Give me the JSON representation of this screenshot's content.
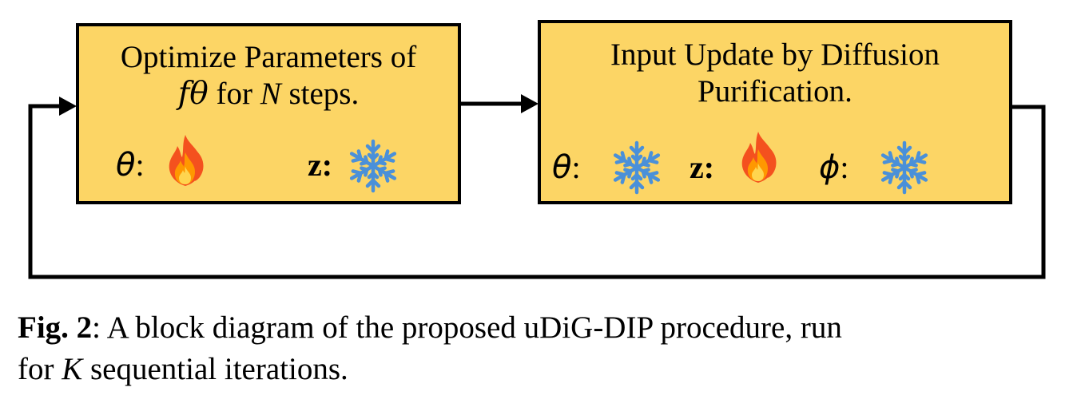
{
  "colors": {
    "block_fill": "#fcd565",
    "stroke": "#000000",
    "flame_outer": "#f4511e",
    "flame_mid": "#ff9800",
    "flame_inner": "#ffd54f",
    "snowflake": "#4a90d9"
  },
  "blocks": {
    "optimize": {
      "title_line1": "Optimize Parameters of",
      "title_line2_math": "fθ",
      "title_line2_text": " for ",
      "title_line2_n": "N",
      "title_line2_end": " steps.",
      "symbols": [
        {
          "var": "θ",
          "sep": ":",
          "icon": "fire-icon"
        },
        {
          "var": "z",
          "sep": ":",
          "icon": "snowflake-icon"
        }
      ]
    },
    "update": {
      "title_line1": "Input Update by Diffusion",
      "title_line2": "Purification.",
      "symbols": [
        {
          "var": "θ",
          "sep": ":",
          "icon": "snowflake-icon"
        },
        {
          "var": "z",
          "sep": ":",
          "icon": "fire-icon"
        },
        {
          "var": "ϕ",
          "sep": ":",
          "icon": "snowflake-icon"
        }
      ]
    }
  },
  "caption": {
    "fig_label": "Fig. 2",
    "colon": ":",
    "text_part1": " A block diagram of the proposed uDiG-DIP procedure, run",
    "text_part2_prefix": "for ",
    "text_part2_k": "K",
    "text_part2_suffix": " sequential iterations."
  }
}
